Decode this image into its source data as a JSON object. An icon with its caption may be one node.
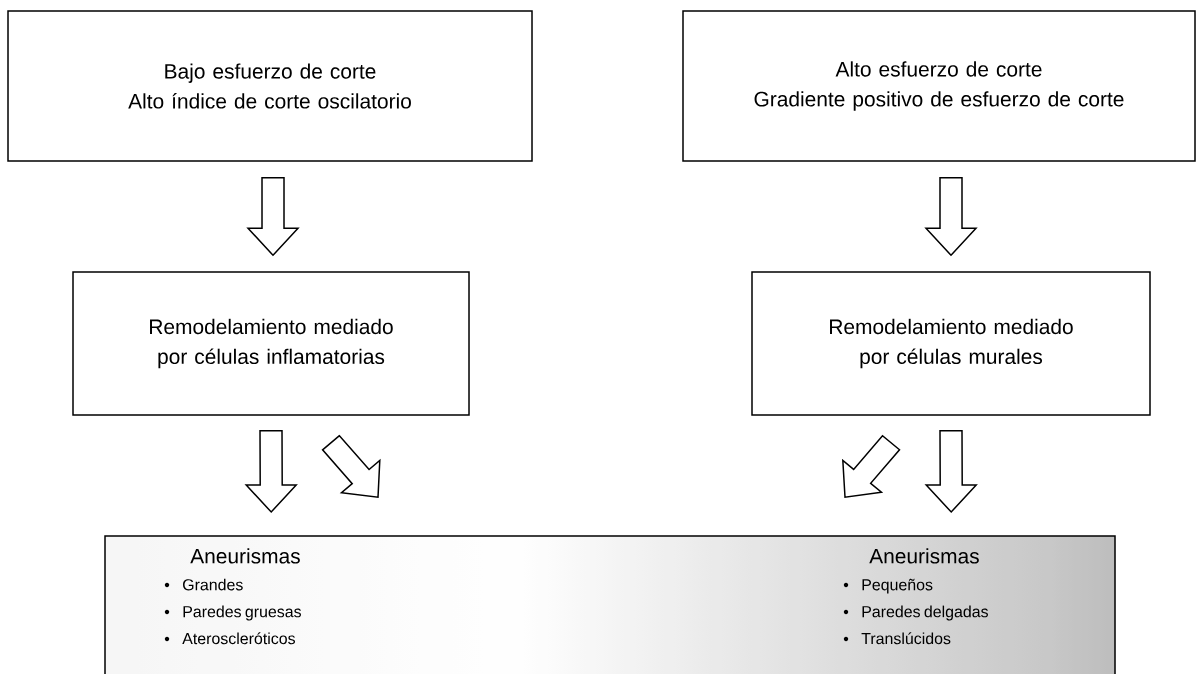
{
  "diagram": {
    "nodes": [
      {
        "text": [
          "Bajo esfuerzo de corte",
          "Alto índice de corte oscilatorio"
        ]
      },
      {
        "text": [
          "Alto esfuerzo de corte",
          "Gradiente positivo de esfuerzo de corte"
        ]
      },
      {
        "text": [
          "Remodelamiento mediado por células inflamatorias"
        ]
      },
      {
        "text": [
          "Remodelamiento mediado por células murales"
        ]
      },
      {
        "text": [],
        "shape": "bar"
      },
      {
        "text": [
          "Aneurismas",
          "Grandes",
          "Paredes gruesas",
          "Ateroscleróticos"
        ],
        "in": 4
      },
      {
        "text": [
          "Aneurismas",
          "Pequeños",
          "Paredes delgadas",
          "Translúcidos"
        ],
        "in": 4
      }
    ],
    "edges": [
      {
        "from": 0,
        "to": 2,
        "arrow": "to"
      },
      {
        "from": 1,
        "to": 3,
        "arrow": "to"
      },
      {
        "from": 2,
        "to": 5,
        "arrow": "to"
      },
      {
        "from": 2,
        "to": 4,
        "arrow": "to"
      },
      {
        "from": 3,
        "to": 4,
        "arrow": "to"
      },
      {
        "from": 3,
        "to": 6,
        "arrow": "to"
      }
    ]
  }
}
